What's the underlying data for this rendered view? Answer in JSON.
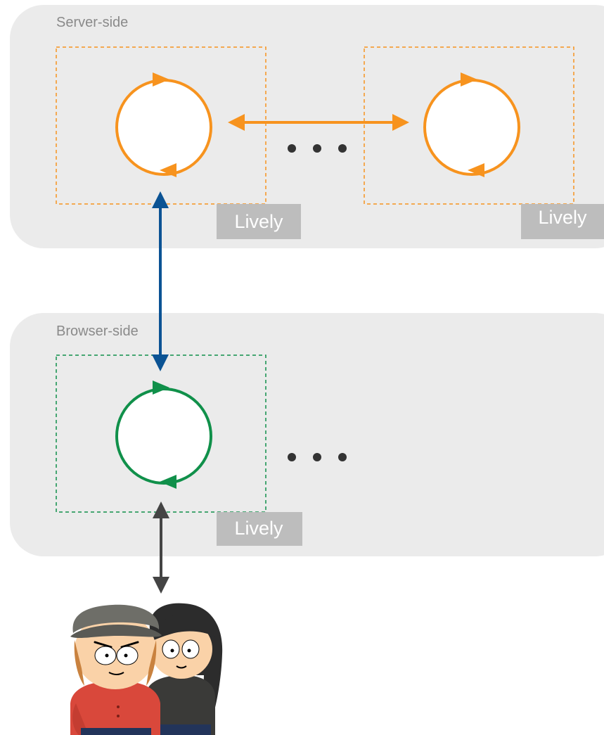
{
  "regions": {
    "server": {
      "label": "Server-side"
    },
    "browser": {
      "label": "Browser-side"
    }
  },
  "badges": {
    "server_left": "Lively",
    "server_right": "Lively",
    "browser_left": "Lively"
  },
  "colors": {
    "panel": "#ebebeb",
    "server_node": "#f7931e",
    "browser_node": "#10904a",
    "server_browser_link": "#0b5394",
    "user_link": "#444444",
    "badge": "#bdbdbd",
    "dots": "#333333"
  },
  "icons": {
    "users": "two-cartoon-users-icon"
  }
}
